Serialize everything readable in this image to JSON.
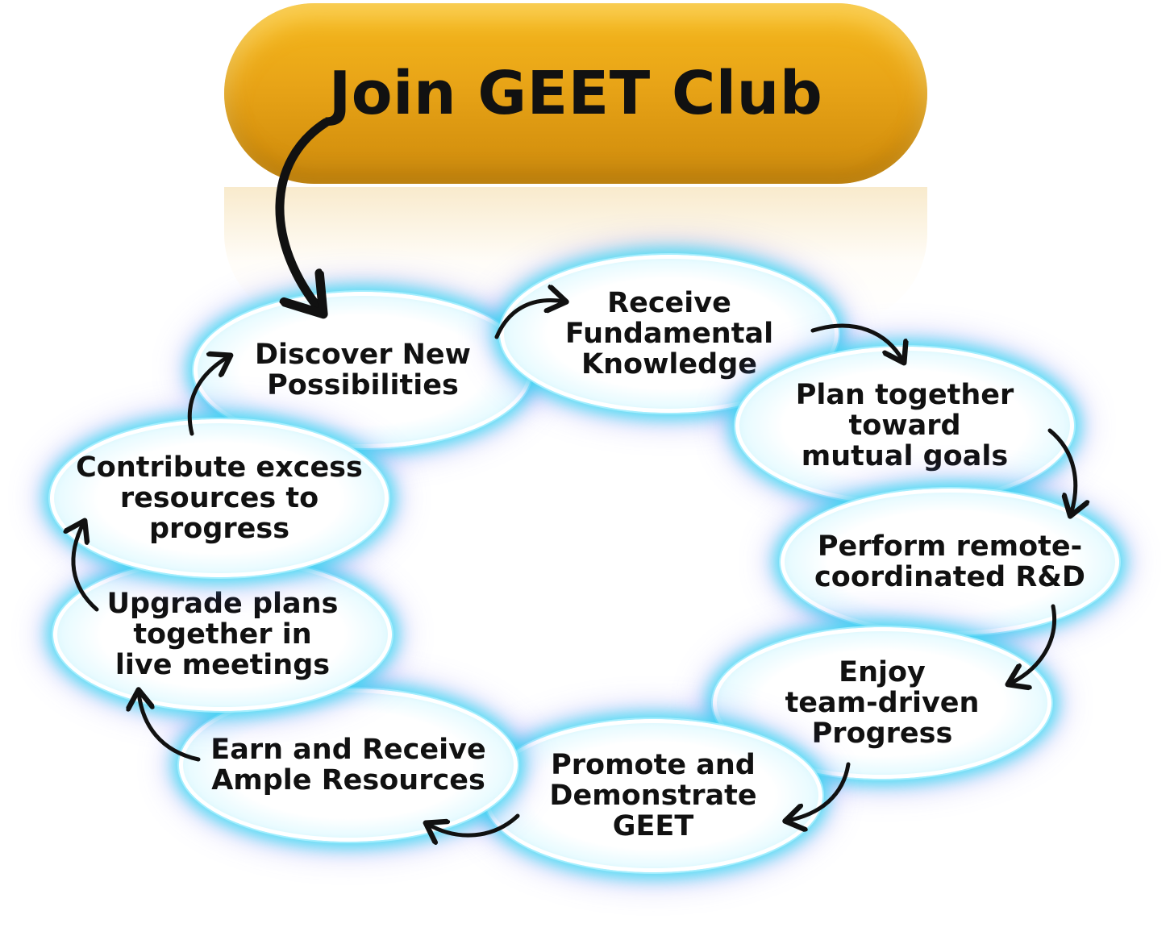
{
  "title": "Join GEET Club",
  "steps": [
    "Discover New\nPossibilities",
    "Receive\nFundamental\nKnowledge",
    "Plan together\ntoward\nmutual goals",
    "Perform remote-\ncoordinated R&D",
    "Enjoy\nteam-driven\nProgress",
    "Promote and\nDemonstrate\nGEET",
    "Earn and Receive\nAmple Resources",
    "Upgrade plans\ntogether in\nlive meetings",
    "Contribute excess\nresources to\nprogress"
  ],
  "colors": {
    "pill": "#e8a417",
    "glow": "#28e1f0",
    "halo": "#6e6ef5",
    "arrow": "#111111"
  }
}
